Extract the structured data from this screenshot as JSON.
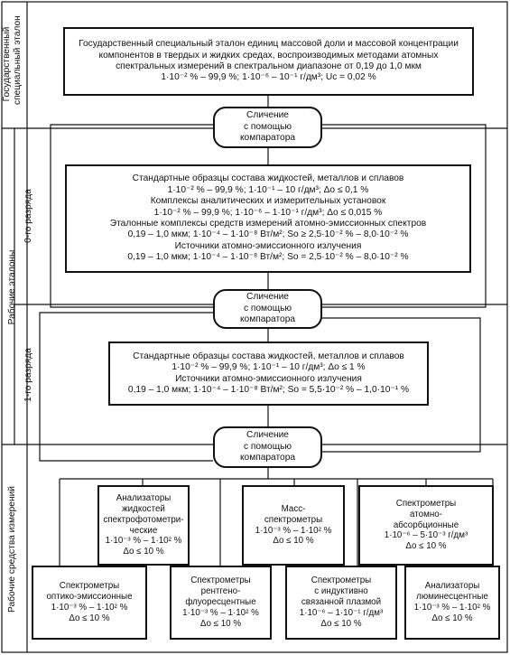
{
  "sections": {
    "state": [
      "Государственный",
      "специальный эталон"
    ],
    "work": "Рабочие эталоны",
    "rank0": "0-го разряда",
    "rank1": "1-го разряда",
    "means": "Рабочие средства измерений"
  },
  "state_standard": {
    "lines": [
      "Государственный специальный эталон единиц массовой доли и массовой концентрации",
      "компонентов в твердых и жидких средах, воспроизводимых методами атомных",
      "спектральных измерений в спектральном диапазоне от 0,19 до 1,0 мкм",
      "1·10⁻² % – 99,9 %;  1·10⁻⁶ – 10⁻¹ г/дм³;  Uc = 0,02 %"
    ]
  },
  "comparator": {
    "lines": [
      "Сличение",
      "с помощью",
      "компаратора"
    ]
  },
  "rank0_box": {
    "lines": [
      "Стандартные образцы состава жидкостей, металлов и сплавов",
      "1·10⁻² % – 99,9 %;  1·10⁻¹ – 10 г/дм³;  Δо ≤ 0,1 %",
      "Комплексы аналитических и измерительных установок",
      "1·10⁻² % – 99,9 %;  1·10⁻⁶ – 1·10⁻¹ г/дм³;  Δо ≤ 0,015 %",
      "Эталонные комплексы средств измерений атомно-эмиссионных спектров",
      "0,19 – 1,0 мкм;  1·10⁻⁴ – 1·10⁻⁸ Вт/м²;  Sо ≥ 2,5·10⁻² % – 8,0·10⁻² %",
      "Источники атомно-эмиссионного излучения",
      "0,19 – 1,0 мкм;  1·10⁻⁴ – 1·10⁻⁸ Вт/м²;  Sо = 2,5·10⁻² % – 8,0·10⁻² %"
    ]
  },
  "rank1_box": {
    "lines": [
      "Стандартные образцы состава жидкостей, металлов и сплавов",
      "1·10⁻² % – 99,9 %;  1·10⁻¹ – 10 г/дм³;  Δо ≤ 1 %",
      "Источники атомно-эмиссионного излучения",
      "0,19 – 1,0 мкм;  1·10⁻⁴ – 1·10⁻⁸ Вт/м²;  Sо = 5,5·10⁻² % – 1,0·10⁻¹ %"
    ]
  },
  "instruments": {
    "analyzers_spectro": [
      "Анализаторы",
      "жидкостей",
      "спектрофотометри-",
      "ческие",
      "1·10⁻³ % – 1·10² %",
      "Δо ≤ 10 %"
    ],
    "mass_spectrometers": [
      "Масс-",
      "спектрометры",
      "1·10⁻³ % – 1·10² %",
      "Δо ≤ 10 %"
    ],
    "atomic_absorption": [
      "Спектрометры",
      "атомно-",
      "абсорбционные",
      "1·10⁻⁶ – 5·10⁻³ г/дм³",
      "Δо ≤ 10 %"
    ],
    "optical_emission": [
      "Спектрометры",
      "оптико-эмиссионные",
      "1·10⁻³ % – 1·10² %",
      "Δо ≤ 10 %"
    ],
    "xray_fluorescence": [
      "Спектрометры",
      "рентгено-",
      "флуоресцентные",
      "1·10⁻³ % – 1·10² %",
      "Δо ≤ 10 %"
    ],
    "icp": [
      "Спектрометры",
      "с индуктивно",
      "связанной плазмой",
      "1·10⁻⁶ – 1·10⁻¹ г/дм³",
      "Δо ≤ 10 %"
    ],
    "analyzers_lumin": [
      "Анализаторы",
      "люминесцентные",
      "1·10⁻³ % – 1·10² %",
      "Δо ≤ 10 %"
    ]
  }
}
